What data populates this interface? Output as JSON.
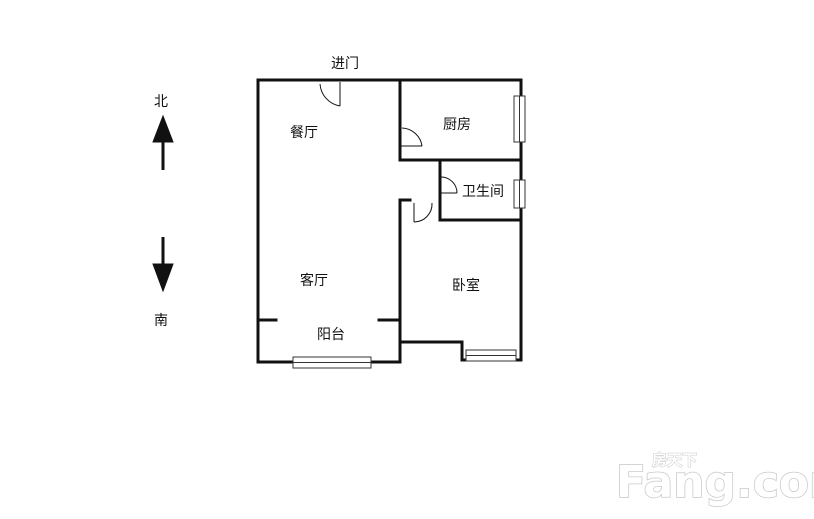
{
  "plan": {
    "entrance_label": "进门",
    "compass": {
      "north_label": "北",
      "south_label": "南"
    },
    "rooms": {
      "dining": "餐厅",
      "kitchen": "厨房",
      "bathroom": "卫生间",
      "living": "客厅",
      "bedroom": "卧室",
      "balcony": "阳台"
    },
    "line_color": "#111111"
  },
  "watermark": {
    "brand_main": "Fang.com",
    "brand_sub": "房天下"
  }
}
